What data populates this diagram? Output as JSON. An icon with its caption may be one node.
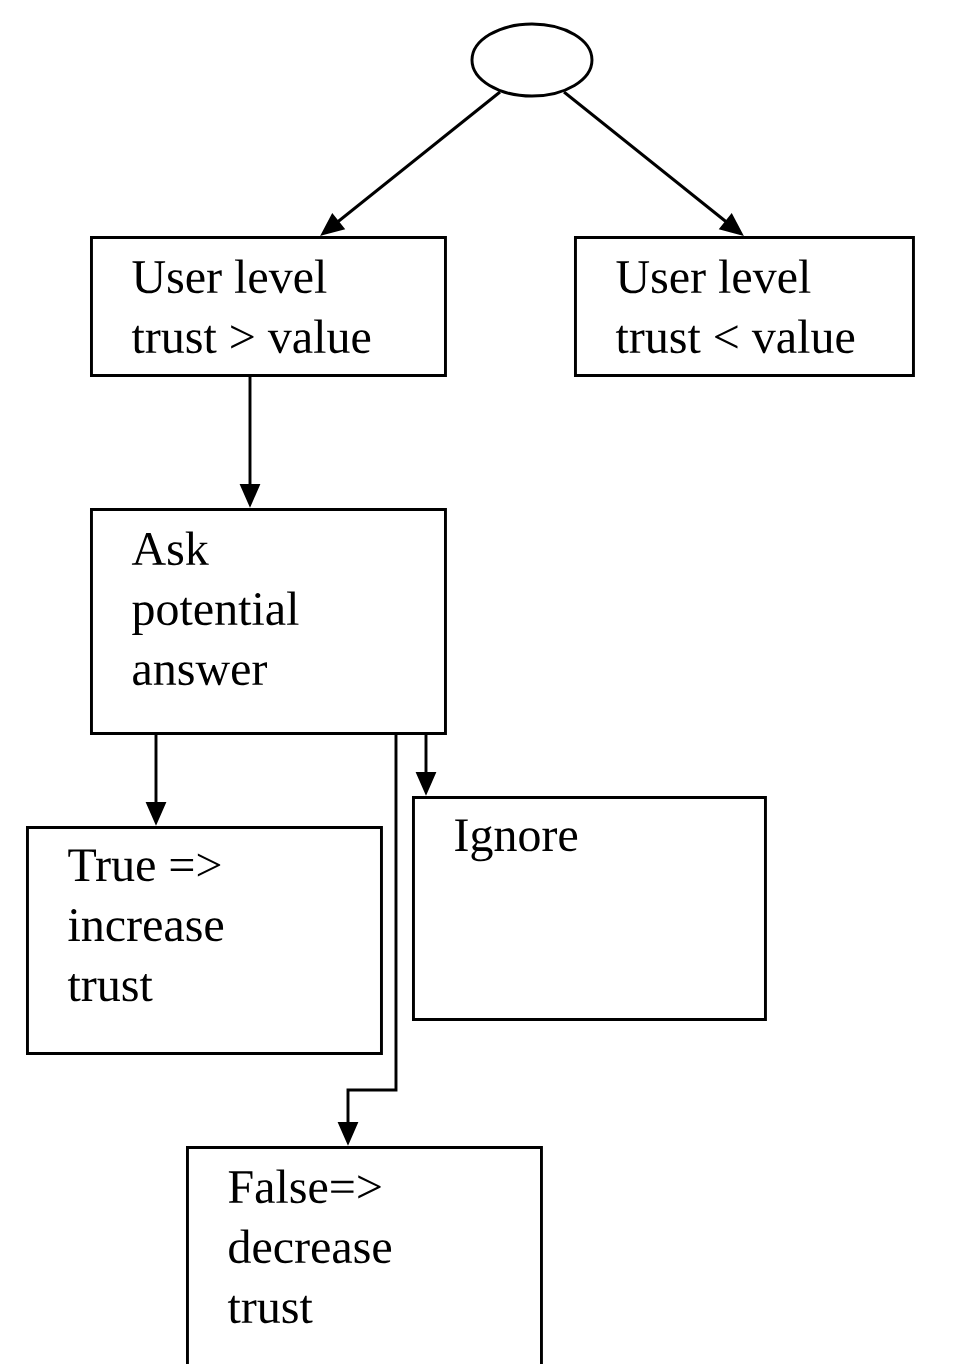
{
  "diagram": {
    "nodes": [
      {
        "text": [],
        "shape": "ellipse"
      },
      {
        "text": [
          "User level trust > value"
        ]
      },
      {
        "text": [
          "User level trust < value"
        ]
      },
      {
        "text": [
          "Ask potential answer"
        ]
      },
      {
        "text": [
          "True => increase trust"
        ]
      },
      {
        "text": [
          "Ignore"
        ]
      },
      {
        "text": [
          "False=> decrease trust"
        ]
      }
    ],
    "edges": [
      {
        "from": 0,
        "to": 1,
        "arrow": "to"
      },
      {
        "from": 0,
        "to": 2,
        "arrow": "to"
      },
      {
        "from": 1,
        "to": 3,
        "arrow": "to"
      },
      {
        "from": 3,
        "to": 4,
        "arrow": "to"
      },
      {
        "from": 3,
        "to": 6,
        "arrow": "to"
      },
      {
        "from": 3,
        "to": 5,
        "arrow": "to"
      }
    ]
  }
}
